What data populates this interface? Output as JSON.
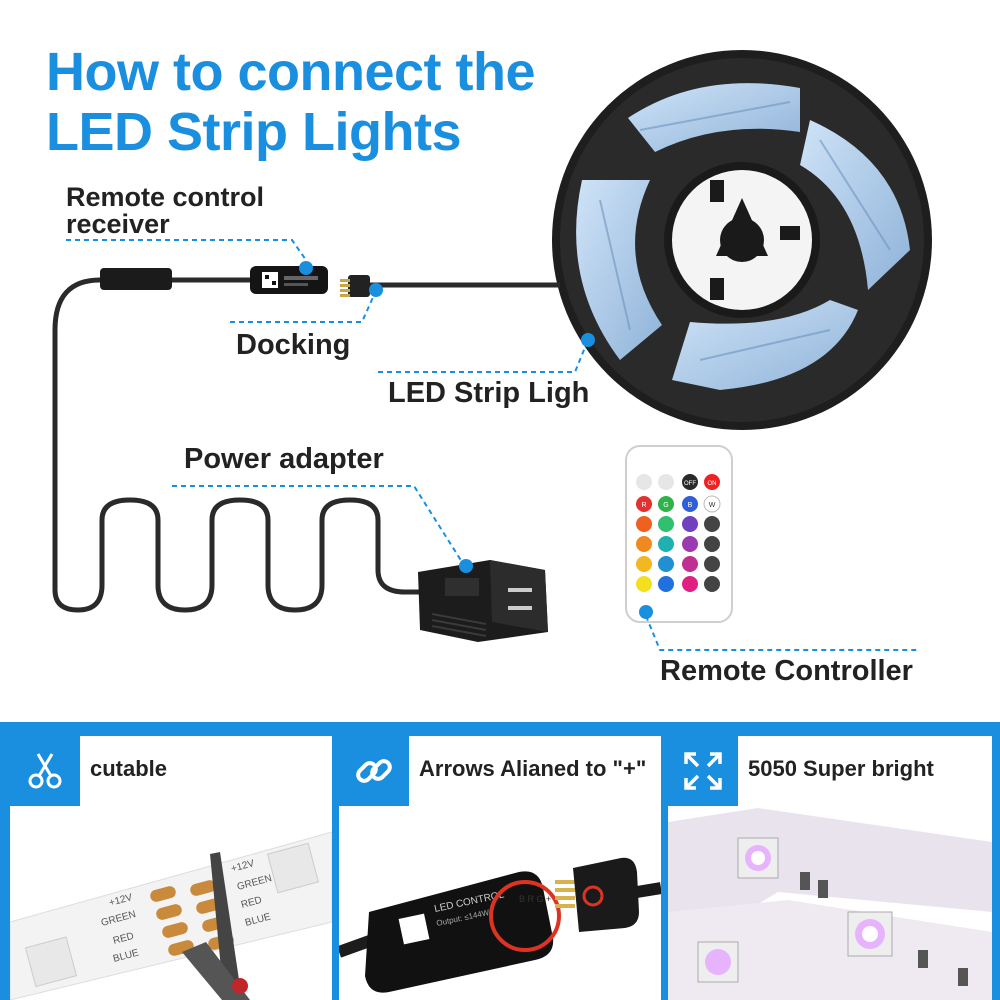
{
  "heading": {
    "line1": "How to connect the",
    "line2": "LED Strip Lights"
  },
  "labels": {
    "receiver_line1": "Remote control",
    "receiver_line2": "receiver",
    "docking": "Docking",
    "led_strip": "LED Strip Ligh",
    "power_adapter": "Power adapter",
    "remote_controller": "Remote Controller"
  },
  "remote": {
    "off_label": "OFF",
    "on_label": "ON",
    "r_label": "R",
    "g_label": "G",
    "b_label": "B",
    "w_label": "W"
  },
  "features": [
    {
      "icon": "scissors-icon",
      "title": "cutable"
    },
    {
      "icon": "link-icon",
      "title": "Arrows Alianed to \"+\""
    },
    {
      "icon": "expand-icon",
      "title": "5050 Super bright"
    }
  ],
  "strip_markings": {
    "v12": "+12V",
    "green": "GREEN",
    "red": "RED",
    "blue": "BLUE"
  },
  "controller_box": {
    "name": "LED CONTROL",
    "output": "Output: ≤144W",
    "pins": "B R G +"
  },
  "colors": {
    "accent": "#1a8fe0",
    "text": "#222222",
    "cable": "#2a2a2a"
  }
}
